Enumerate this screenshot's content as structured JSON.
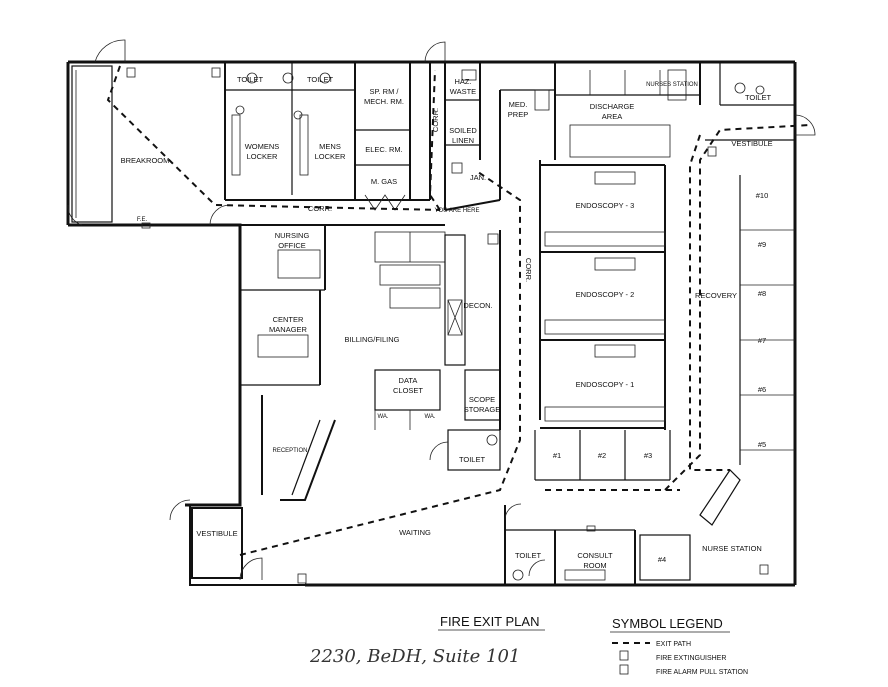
{
  "rooms": {
    "toilet_top": "TOILET",
    "toilet_top2": "TOILET",
    "sp_rm": "SP. RM /",
    "mech_rm": "MECH. RM.",
    "haz_waste_1": "HAZ.",
    "haz_waste_2": "WASTE",
    "soiled_1": "SOILED",
    "soiled_2": "LINEN",
    "med_1": "MED.",
    "med_2": "PREP",
    "discharge_1": "DISCHARGE",
    "discharge_2": "AREA",
    "nurses_station_small": "NURSES STATION",
    "toilet_tr": "TOILET",
    "vestibule_tr": "VESTIBULE",
    "breakroom": "BREAKROOM",
    "womens_1": "WOMENS",
    "womens_2": "LOCKER",
    "mens_1": "MENS",
    "mens_2": "LOCKER",
    "elec": "ELEC. RM.",
    "mgas": "M. GAS",
    "corr_v_top": "CORR.",
    "jan": "JAN.",
    "corr_h": "CORR.",
    "you_are_here": "YOU ARE HERE",
    "nursing_1": "NURSING",
    "nursing_2": "OFFICE",
    "endo3": "ENDOSCOPY - 3",
    "endo2": "ENDOSCOPY - 2",
    "endo1": "ENDOSCOPY - 1",
    "corr_v": "CORR.",
    "recovery": "RECOVERY",
    "center_1": "CENTER",
    "center_2": "MANAGER",
    "billing": "BILLING/FILING",
    "decon": "DECON.",
    "data_1": "DATA",
    "data_2": "CLOSET",
    "scope_1": "SCOPE",
    "scope_2": "STORAGE",
    "toilet_mid": "TOILET",
    "reception": "RECEPTION",
    "vestibule_bl": "VESTIBULE",
    "waiting": "WAITING",
    "toilet_bot": "TOILET",
    "consult_1": "CONSULT",
    "consult_2": "ROOM",
    "nurse_station": "NURSE STATION",
    "wa1": "WA.",
    "wa2": "WA.",
    "fe": "F.E."
  },
  "bays": {
    "b1": "#1",
    "b2": "#2",
    "b3": "#3",
    "b4": "#4",
    "b5": "#5",
    "b6": "#6",
    "b7": "#7",
    "b8": "#8",
    "b9": "#9",
    "b10": "#10"
  },
  "title": {
    "plan": "FIRE EXIT PLAN",
    "address": "2230, BeDH, Suite 101"
  },
  "legend": {
    "title": "SYMBOL LEGEND",
    "exit": "EXIT PATH",
    "fe": "FIRE EXTINGUISHER",
    "alarm": "FIRE ALARM PULL STATION"
  }
}
